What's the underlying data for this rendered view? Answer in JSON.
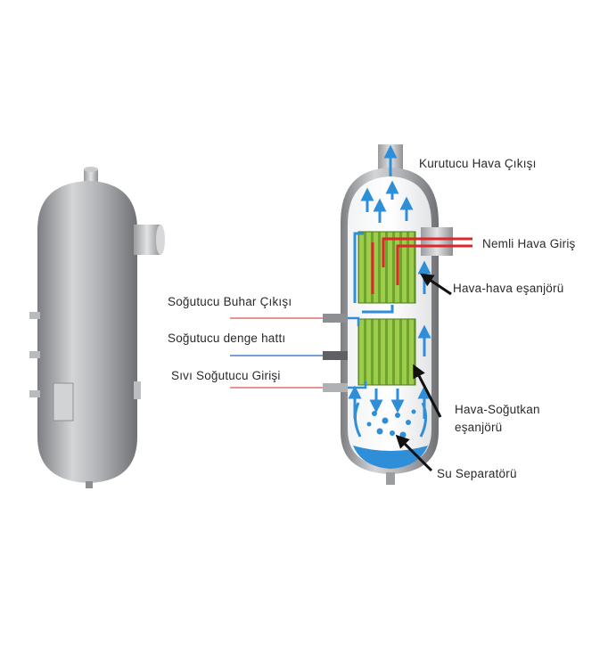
{
  "labels": {
    "dry_air_outlet": "Kurutucu Hava Çıkışı",
    "humid_air_inlet": "Nemli Hava Giriş",
    "air_air_exchanger": "Hava-hava eşanjörü",
    "refrigerant_vapor_outlet": "Soğutucu Buhar Çıkışı",
    "refrigerant_balance_line": "Soğutucu denge hattı",
    "liquid_refrigerant_inlet": "Sıvı Soğutucu Girişi",
    "air_refrigerant_exchanger_line1": "Hava-Soğutkan",
    "air_refrigerant_exchanger_line2": "eşanjörü",
    "water_separator": "Su Separatörü"
  },
  "colors": {
    "vessel_metal": "#a8a9ab",
    "hot_air": "#e0262c",
    "cold_flow": "#2e8fd8",
    "coil_green": "#8bc53f",
    "pointer": "#111111"
  }
}
